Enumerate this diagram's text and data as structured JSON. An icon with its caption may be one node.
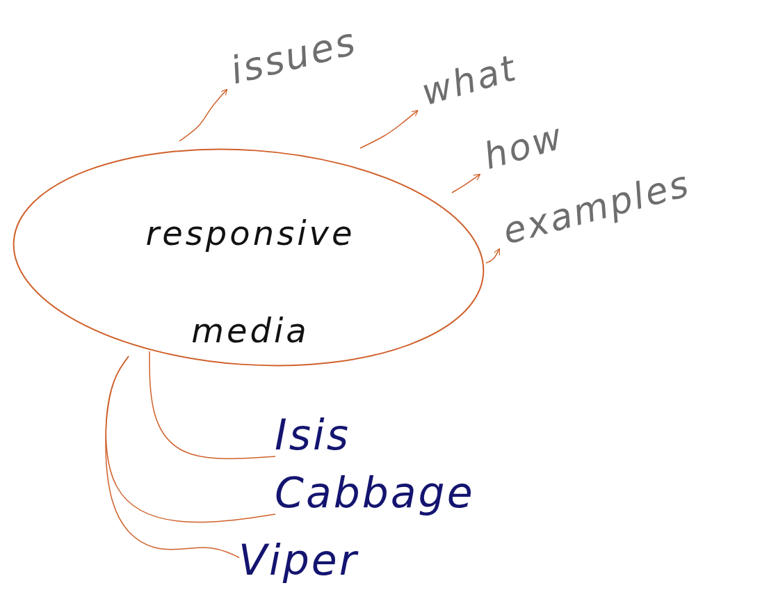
{
  "diagram": {
    "nodes": [
      {
        "text": [
          "responsive media"
        ]
      },
      {
        "text": [
          "issues"
        ]
      },
      {
        "text": [
          "what"
        ]
      },
      {
        "text": [
          "how"
        ]
      },
      {
        "text": [
          "examples"
        ]
      },
      {
        "text": [
          "Isis"
        ]
      },
      {
        "text": [
          "Cabbage"
        ]
      },
      {
        "text": [
          "Viper"
        ]
      }
    ],
    "edges": [
      {
        "from": 0,
        "to": 1,
        "arrow": "to"
      },
      {
        "from": 0,
        "to": 2,
        "arrow": "to"
      },
      {
        "from": 0,
        "to": 3,
        "arrow": "to"
      },
      {
        "from": 0,
        "to": 4,
        "arrow": "to"
      },
      {
        "from": 0,
        "to": 5,
        "arrow": "none"
      },
      {
        "from": 0,
        "to": 6,
        "arrow": "none"
      },
      {
        "from": 0,
        "to": 7,
        "arrow": "none"
      }
    ]
  }
}
